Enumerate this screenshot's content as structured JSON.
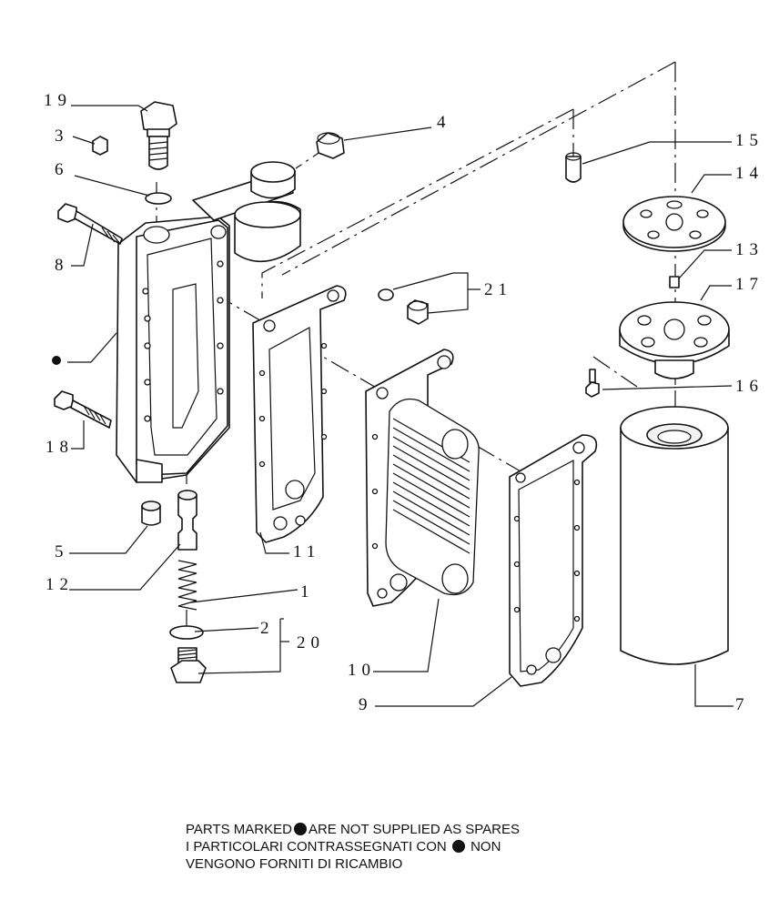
{
  "callouts": {
    "c19": "19",
    "c3": "3",
    "c6": "6",
    "c8": "8",
    "c18": "18",
    "c4": "4",
    "c15": "15",
    "c14": "14",
    "c13": "13",
    "c17": "17",
    "c16": "16",
    "c21": "21",
    "c11": "11",
    "c10": "10",
    "c9": "9",
    "c7": "7",
    "c5": "5",
    "c12": "12",
    "c1": "1",
    "c2": "2",
    "c20": "20"
  },
  "marker_symbol": "●",
  "note": {
    "line1_a": "PARTS MARKED",
    "line1_b": "ARE NOT SUPPLIED AS SPARES",
    "line2_a": "I PARTICOLARI  CONTRASSEGNATI  CON",
    "line2_b": "NON",
    "line3": "VENGONO FORNITI DI RICAMBIO"
  }
}
